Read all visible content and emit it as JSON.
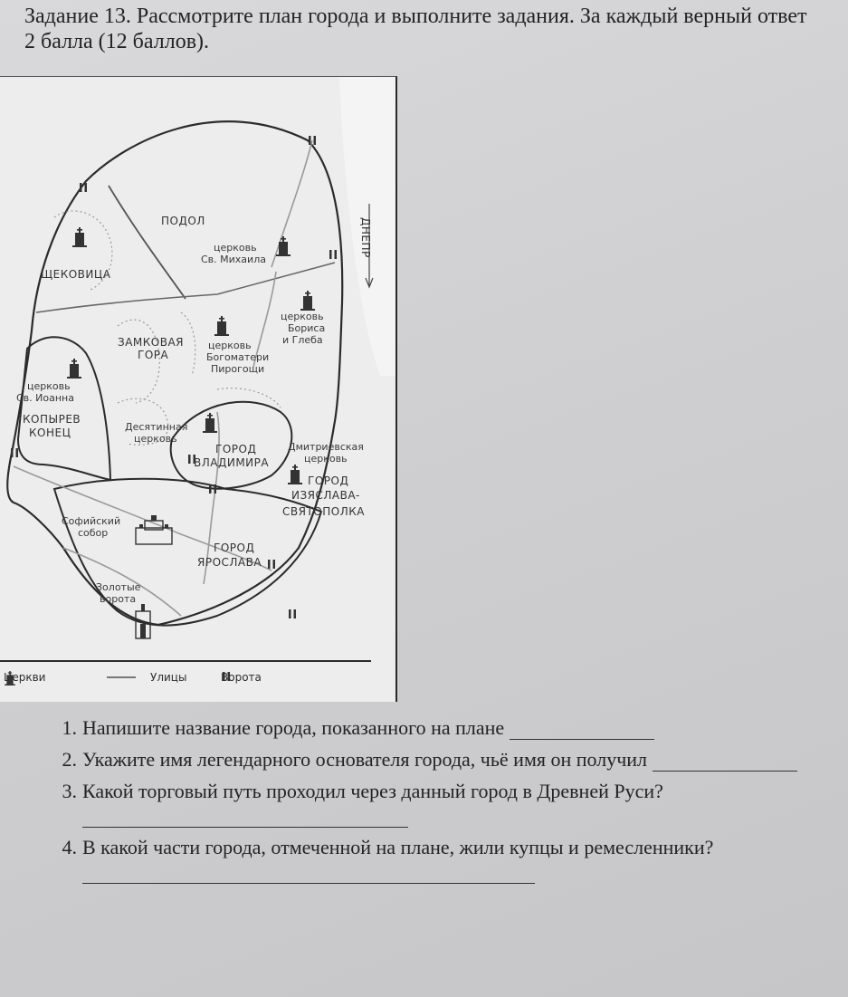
{
  "task": {
    "title": "Задание 13. Рассмотрите план города и выполните задания. За каждый верный ответ 2 балла (12 баллов)."
  },
  "map": {
    "labels": {
      "podol": "ПОДОЛ",
      "dnepr": "ДНЕПР",
      "shchekovitsa": "ЩЕКОВИЦА",
      "church_mikhaila_1": "церковь",
      "church_mikhaila_2": "Св. Михаила",
      "church_borisa_1": "церковь",
      "church_borisa_2": "Бориса",
      "church_borisa_3": "и Глеба",
      "zamkovaya_1": "ЗАМКОВАЯ",
      "zamkovaya_2": "ГОРА",
      "church_bogomateri_1": "церковь",
      "church_bogomateri_2": "Богоматери",
      "church_bogomateri_3": "Пирогощи",
      "church_ioanna_1": "церковь",
      "church_ioanna_2": "Св. Иоанна",
      "kopyrev_1": "КОПЫРЕВ",
      "kopyrev_2": "КОНЕЦ",
      "desyatinnaya_1": "Десятинная",
      "desyatinnaya_2": "церковь",
      "gorod_vladimira_1": "ГОРОД",
      "gorod_vladimira_2": "ВЛАДИМИРА",
      "dmitrievskaya_1": "Дмитриевская",
      "dmitrievskaya_2": "церковь",
      "izyaslava_1": "ГОРОД",
      "izyaslava_2": "ИЗЯСЛАВА-",
      "izyaslava_3": "СВЯТОПОЛКА",
      "sofiysky_1": "Софийский",
      "sofiysky_2": "собор",
      "yaroslava_1": "ГОРОД",
      "yaroslava_2": "ЯРОСЛАВА",
      "zolotye_1": "Золотые",
      "zolotye_2": "ворота"
    },
    "legend": {
      "churches": "Церкви",
      "streets": "Улицы",
      "gates": "Ворота"
    }
  },
  "questions": [
    {
      "num": "1.",
      "text": "Напишите название города, показанного на плане"
    },
    {
      "num": "2.",
      "text": "Укажите имя легендарного основателя города, чьё имя он получил"
    },
    {
      "num": "3.",
      "text": "Какой торговый путь проходил через данный город в Древней Руси?"
    },
    {
      "num": "4.",
      "text": "В какой части города, отмеченной на плане, жили купцы и ремесленники?"
    }
  ]
}
